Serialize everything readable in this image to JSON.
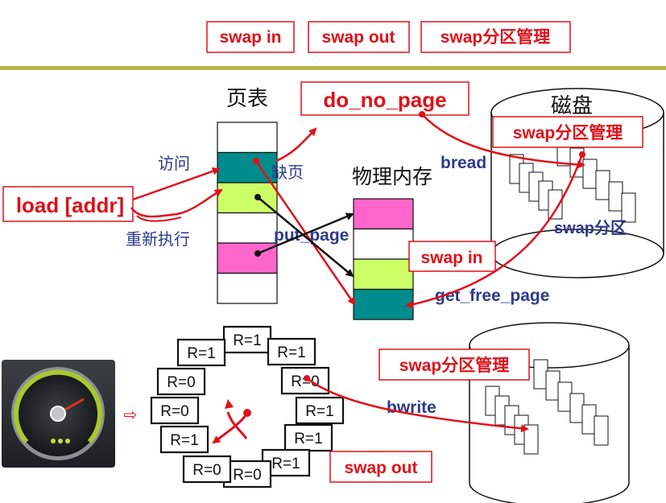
{
  "top_buttons": [
    "swap in",
    "swap out",
    "swap分区管理"
  ],
  "page_table": {
    "title": "页表",
    "rows": [
      {
        "color": "#ffffff"
      },
      {
        "color": "#008c8c"
      },
      {
        "color": "#ccff66"
      },
      {
        "color": "#ffffff"
      },
      {
        "color": "#ff66cc"
      },
      {
        "color": "#ffffff"
      }
    ]
  },
  "phys_mem": {
    "title": "物理内存",
    "rows": [
      {
        "color": "#ff66cc"
      },
      {
        "color": "#ffffff"
      },
      {
        "color": "#ccff66"
      },
      {
        "color": "#008c8c"
      }
    ]
  },
  "labels": {
    "do_no_page": "do_no_page",
    "load_addr": "load [addr]",
    "visit": "访问",
    "fault": "缺页",
    "reexec": "重新执行",
    "put_page": "put_page",
    "get_free_page": "get_free_page",
    "bread": "bread",
    "bwrite": "bwrite",
    "swap_in": "swap in",
    "swap_out": "swap out",
    "disk_top_title": "磁盘",
    "disk_top_mgmt": "swap分区管理",
    "disk_top_area": "swap分区",
    "disk_bottom_mgmt": "swap分区管理"
  },
  "clock": {
    "arrow_glyph": "⇨",
    "slots": [
      "R=1",
      "R=1",
      "R=0",
      "R=1",
      "R=1",
      "R=1",
      "R=0",
      "R=0",
      "R=1",
      "R=0",
      "R=0",
      "R=1"
    ]
  },
  "colors": {
    "accent_red": "#e0101a",
    "label_blue": "#2e3a8c",
    "divider": "#b8b84a",
    "teal": "#008c8c",
    "lime": "#ccff66",
    "pink": "#ff66cc"
  }
}
